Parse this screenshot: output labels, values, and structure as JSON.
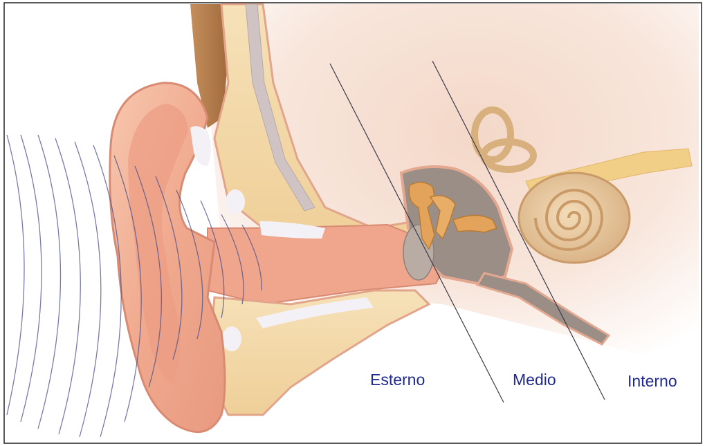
{
  "diagram": {
    "labels": {
      "outer": "Esterno",
      "middle": "Medio",
      "inner": "Interno"
    },
    "colors": {
      "label": "#1f2a8c",
      "skin": "#f2b9a0",
      "skin_dark": "#d98a72",
      "bone": "#f3d9a8",
      "cartilage": "#f6e6cf",
      "canal_gray": "#9a8e86",
      "ossicles": "#e3a35a",
      "cochlea": "#e9c9a0",
      "nerve": "#f2cf86",
      "sound_waves": "#4a4f8a",
      "divider_lines": "#3a3a4a",
      "hair": "#b07a4a"
    }
  }
}
